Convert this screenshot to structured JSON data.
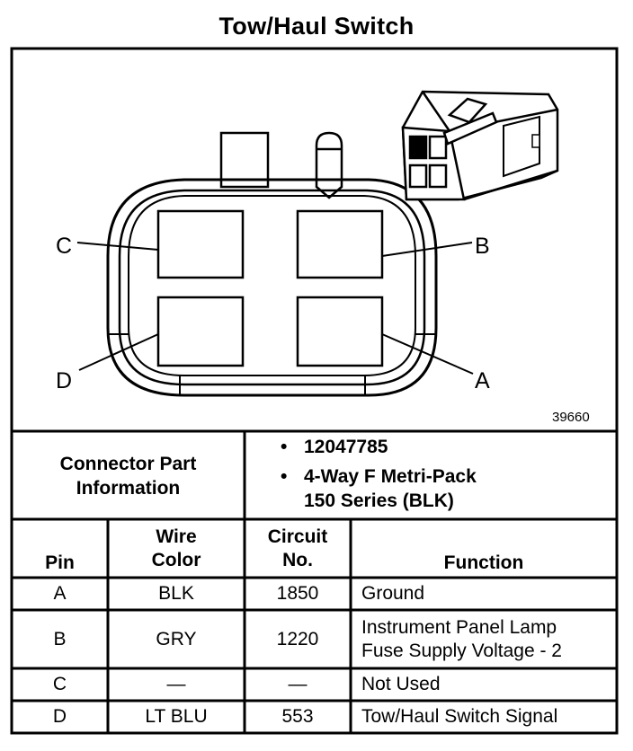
{
  "title": "Tow/Haul Switch",
  "figure_number": "39660",
  "pin_letters": {
    "a": "A",
    "b": "B",
    "c": "C",
    "d": "D"
  },
  "connector_info": {
    "label_line1": "Connector Part",
    "label_line2": "Information",
    "items": [
      "12047785",
      "4-Way F Metri-Pack",
      "150 Series (BLK)"
    ]
  },
  "table": {
    "headers": {
      "pin": "Pin",
      "wire_line1": "Wire",
      "wire_line2": "Color",
      "circuit_line1": "Circuit",
      "circuit_line2": "No.",
      "function": "Function"
    },
    "rows": [
      {
        "pin": "A",
        "wire": "BLK",
        "circuit": "1850",
        "function_line1": "Ground",
        "function_line2": ""
      },
      {
        "pin": "B",
        "wire": "GRY",
        "circuit": "1220",
        "function_line1": "Instrument Panel Lamp",
        "function_line2": "Fuse Supply Voltage - 2"
      },
      {
        "pin": "C",
        "wire": "—",
        "circuit": "—",
        "function_line1": "Not Used",
        "function_line2": ""
      },
      {
        "pin": "D",
        "wire": "LT BLU",
        "circuit": "553",
        "function_line1": "Tow/Haul Switch Signal",
        "function_line2": ""
      }
    ]
  }
}
